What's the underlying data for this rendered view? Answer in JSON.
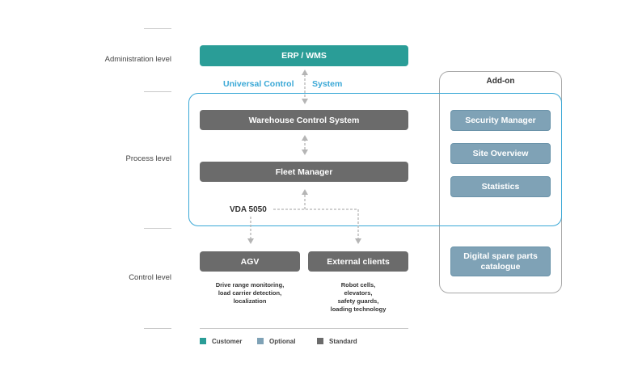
{
  "levels": {
    "administration": "Administration level",
    "process": "Process level",
    "control": "Control level"
  },
  "boxes": {
    "erp": "ERP / WMS",
    "wcs": "Warehouse Control System",
    "fleet": "Fleet Manager",
    "agv": "AGV",
    "external": "External clients"
  },
  "ucs_label_left": "Universal Control",
  "ucs_label_right": "System",
  "vda_label": "VDA 5050",
  "addon": {
    "title": "Add-on",
    "items": [
      "Security Manager",
      "Site Overview",
      "Statistics"
    ],
    "spare_parts_line1": "Digital spare parts",
    "spare_parts_line2": "catalogue"
  },
  "captions": {
    "agv_lines": [
      "Drive range monitoring,",
      "load carrier detection,",
      "localization"
    ],
    "external_lines": [
      "Robot cells,",
      "elevators,",
      "safety guards,",
      "loading technology"
    ]
  },
  "legend": [
    {
      "label": "Customer",
      "color": "#2a9d97"
    },
    {
      "label": "Optional",
      "color": "#7fa2b6"
    },
    {
      "label": "Standard",
      "color": "#6b6b6b"
    }
  ],
  "colors": {
    "customer": "#2a9d97",
    "optional": "#7fa2b6",
    "standard": "#6b6b6b",
    "ucs_accent": "#3aa8d6"
  }
}
